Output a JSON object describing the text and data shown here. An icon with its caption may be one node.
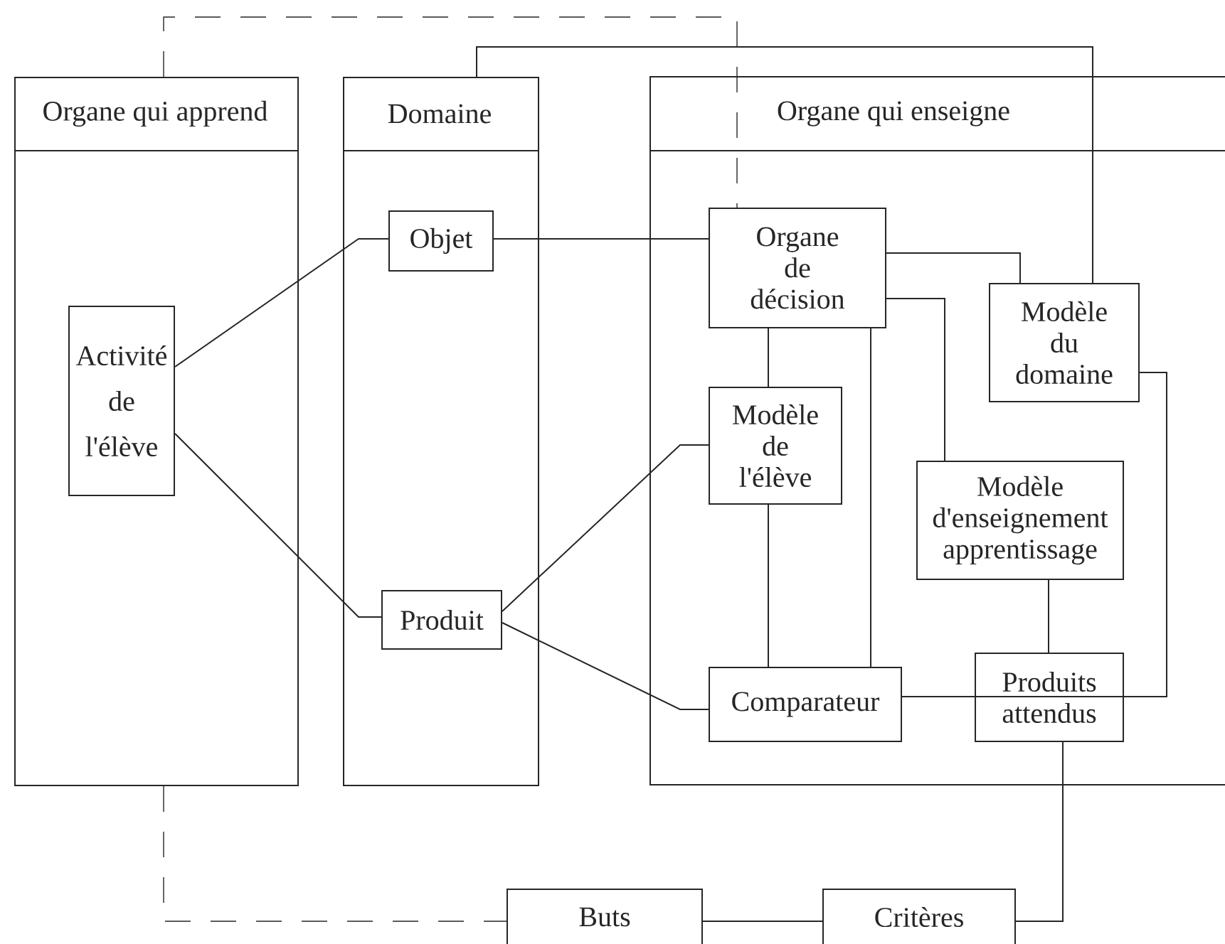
{
  "diagram": {
    "nodes": [
      {
        "text": [
          "Organe qui apprend"
        ]
      },
      {
        "text": [
          "Domaine"
        ]
      },
      {
        "text": [
          "Organe qui enseigne"
        ]
      },
      {
        "text": [
          "Activité de l'élève"
        ],
        "in": 0
      },
      {
        "text": [
          "Objet"
        ],
        "in": 1
      },
      {
        "text": [
          "Produit"
        ],
        "in": 1
      },
      {
        "text": [
          "Organe de décision"
        ],
        "in": 2
      },
      {
        "text": [
          "Modèle de l'élève"
        ],
        "in": 2
      },
      {
        "text": [
          "Modèle du domaine"
        ],
        "in": 2
      },
      {
        "text": [
          "Modèle d'enseignement apprentissage"
        ],
        "in": 2
      },
      {
        "text": [
          "Comparateur"
        ],
        "in": 2
      },
      {
        "text": [
          "Produits attendus"
        ],
        "in": 2
      },
      {
        "text": [
          "Buts"
        ]
      },
      {
        "text": [
          "Critères"
        ]
      }
    ],
    "edges": [
      {
        "from": 0,
        "to": 6,
        "arrow": "none",
        "style": "dashed"
      },
      {
        "from": 1,
        "to": 8,
        "arrow": "none"
      },
      {
        "from": 3,
        "to": 4,
        "arrow": "none"
      },
      {
        "from": 3,
        "to": 5,
        "arrow": "none"
      },
      {
        "from": 4,
        "to": 6,
        "arrow": "none"
      },
      {
        "from": 5,
        "to": 7,
        "arrow": "none"
      },
      {
        "from": 5,
        "to": 10,
        "arrow": "none"
      },
      {
        "from": 6,
        "to": 8,
        "arrow": "none"
      },
      {
        "from": 6,
        "to": 9,
        "arrow": "none"
      },
      {
        "from": 6,
        "to": 7,
        "arrow": "none"
      },
      {
        "from": 6,
        "to": 10,
        "arrow": "none"
      },
      {
        "from": 7,
        "to": 10,
        "arrow": "none"
      },
      {
        "from": 10,
        "to": 11,
        "arrow": "none"
      },
      {
        "from": 9,
        "to": 11,
        "arrow": "none"
      },
      {
        "from": 8,
        "to": 11,
        "arrow": "none"
      },
      {
        "from": 11,
        "to": 13,
        "arrow": "none"
      },
      {
        "from": 12,
        "to": 13,
        "arrow": "none"
      },
      {
        "from": 0,
        "to": 12,
        "arrow": "none",
        "style": "dashed"
      }
    ]
  }
}
